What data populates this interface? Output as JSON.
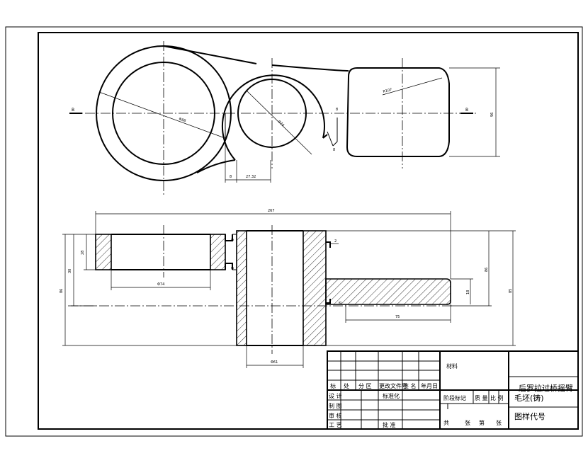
{
  "drawing": {
    "section_marks": {
      "left": "B",
      "right": "B"
    },
    "dimensions": {
      "top_big_dia": "Φ88",
      "top_small_dia": "Φ74",
      "top_radius": "R107",
      "top_height": "96",
      "top_offset": "8",
      "top_gap": "27.32",
      "top_small_a": "8",
      "top_small_b": "8",
      "overall_length": "267",
      "left_height_outer": "86",
      "left_height_inner": "28",
      "left_inner_dia": "Φ74",
      "center_height": "30",
      "right_height": "86",
      "right_full_height": "85",
      "arm_thickness": "18",
      "arm_length": "75",
      "bore_dia": "Φ61",
      "groove_a": "2",
      "groove_b": "2",
      "groove_c": "8",
      "groove_d": "2"
    }
  },
  "title_block": {
    "material_label": "材料",
    "part_name_line1": "后罗拉过桥摇臂",
    "part_name_line2": "毛坯(铸)",
    "drawing_code_label": "图样代号",
    "header_cells": [
      "标",
      "处",
      "分 区",
      "更改文件号",
      "签 名",
      "年月日"
    ],
    "row_labels": [
      "设 计",
      "制 图",
      "审 核",
      "工 艺"
    ],
    "standardization": "标准化",
    "approve": "批 准",
    "stage_mark": "阶段标记",
    "weight": "质 量",
    "scale": "比 例",
    "total": "共",
    "sheet_a": "张",
    "sheet_b": "第",
    "sheet_c": "张"
  }
}
